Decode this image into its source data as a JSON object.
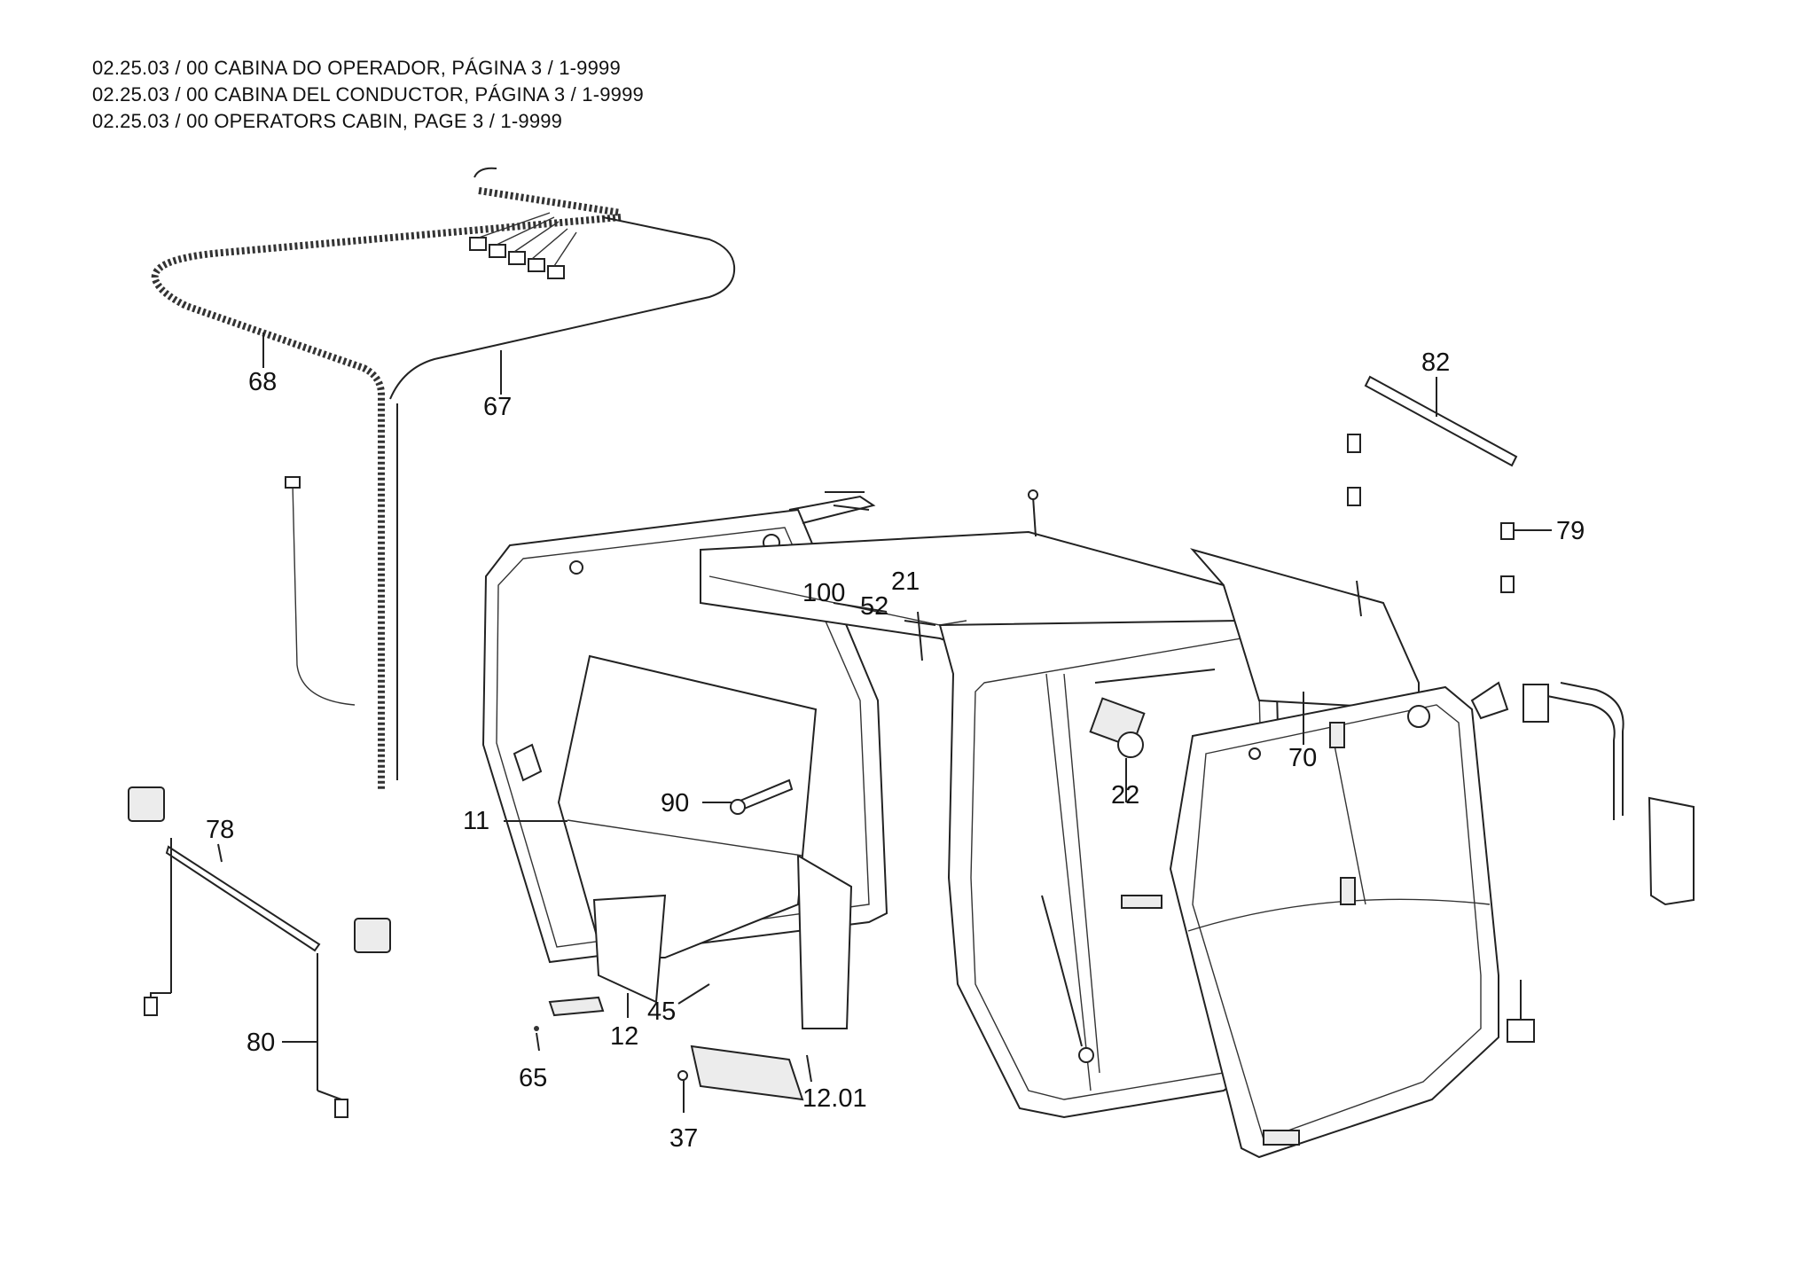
{
  "header": {
    "line1": "02.25.03 / 00 CABINA DO OPERADOR, PÁGINA 3 / 1-9999",
    "line2": "02.25.03 / 00 CABINA DEL CONDUCTOR, PÁGINA 3 / 1-9999",
    "line3": "02.25.03 / 00 OPERATORS CABIN, PAGE 3 / 1-9999"
  },
  "callouts": {
    "c68": "68",
    "c67": "67",
    "c82": "82",
    "c79": "79",
    "c100": "100",
    "c52": "52",
    "c21": "21",
    "c70": "70",
    "c22": "22",
    "c90": "90",
    "c11": "11",
    "c78": "78",
    "c45": "45",
    "c12": "12",
    "c80": "80",
    "c65": "65",
    "c1201": "12.01",
    "c37": "37"
  }
}
